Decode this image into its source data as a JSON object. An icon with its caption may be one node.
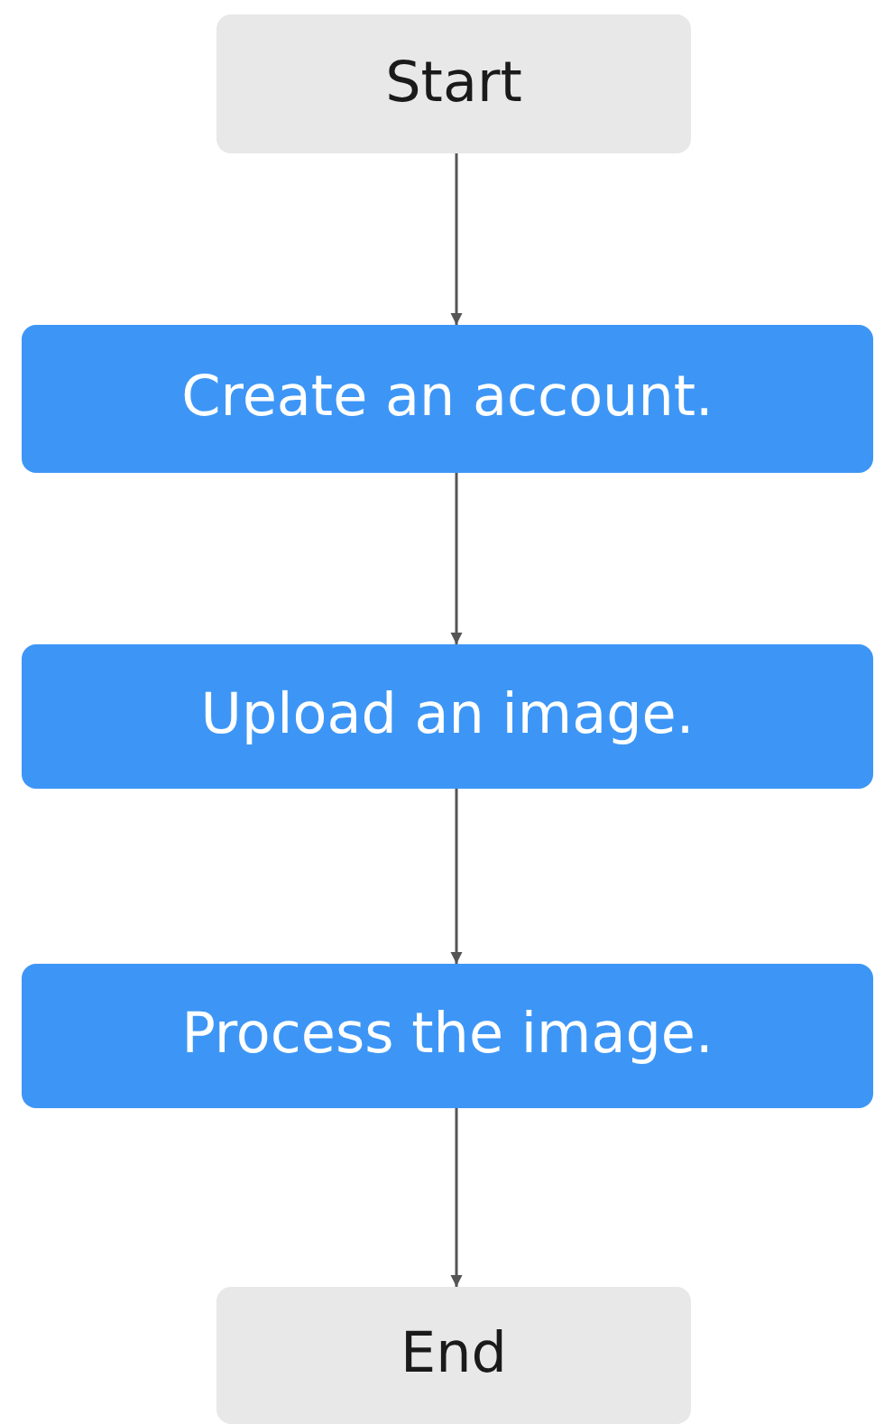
{
  "diagram": {
    "nodes": [
      {
        "text": [
          "Start"
        ]
      },
      {
        "text": [
          "Create an account."
        ]
      },
      {
        "text": [
          "Upload an image."
        ]
      },
      {
        "text": [
          "Process the image."
        ]
      },
      {
        "text": [
          "End"
        ]
      }
    ],
    "edges": [
      {
        "from": 0,
        "to": 1,
        "arrow": "to"
      },
      {
        "from": 1,
        "to": 2,
        "arrow": "to"
      },
      {
        "from": 2,
        "to": 3,
        "arrow": "to"
      },
      {
        "from": 3,
        "to": 4,
        "arrow": "to"
      }
    ]
  }
}
